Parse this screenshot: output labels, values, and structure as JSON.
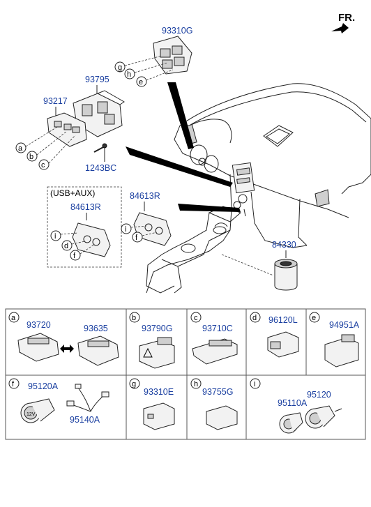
{
  "direction_label": "FR.",
  "main": {
    "callouts": [
      {
        "id": "93310G",
        "letters": [
          "g",
          "h",
          "e"
        ]
      },
      {
        "id": "93795",
        "letters": []
      },
      {
        "id": "93217",
        "letters": [
          "a",
          "b",
          "c"
        ]
      },
      {
        "id": "1243BC",
        "letters": []
      },
      {
        "id": "84613R",
        "letters": []
      },
      {
        "id": "84330",
        "letters": []
      }
    ],
    "usb_aux_box": {
      "title": "(USB+AUX)",
      "part": "84613R",
      "letters": [
        "i",
        "d",
        "f"
      ]
    },
    "right_group_letters": [
      "i",
      "f"
    ]
  },
  "table": {
    "cells": [
      {
        "key": "a",
        "parts": [
          "93720",
          "93635"
        ]
      },
      {
        "key": "b",
        "parts": [
          "93790G"
        ]
      },
      {
        "key": "c",
        "parts": [
          "93710C"
        ]
      },
      {
        "key": "d",
        "parts": [
          "96120L"
        ]
      },
      {
        "key": "e",
        "parts": [
          "94951A"
        ]
      },
      {
        "key": "f",
        "parts": [
          "95120A",
          "95140A"
        ]
      },
      {
        "key": "g",
        "parts": [
          "93310E"
        ]
      },
      {
        "key": "h",
        "parts": [
          "93755G"
        ]
      },
      {
        "key": "i",
        "parts": [
          "95110A",
          "95120"
        ]
      }
    ]
  }
}
